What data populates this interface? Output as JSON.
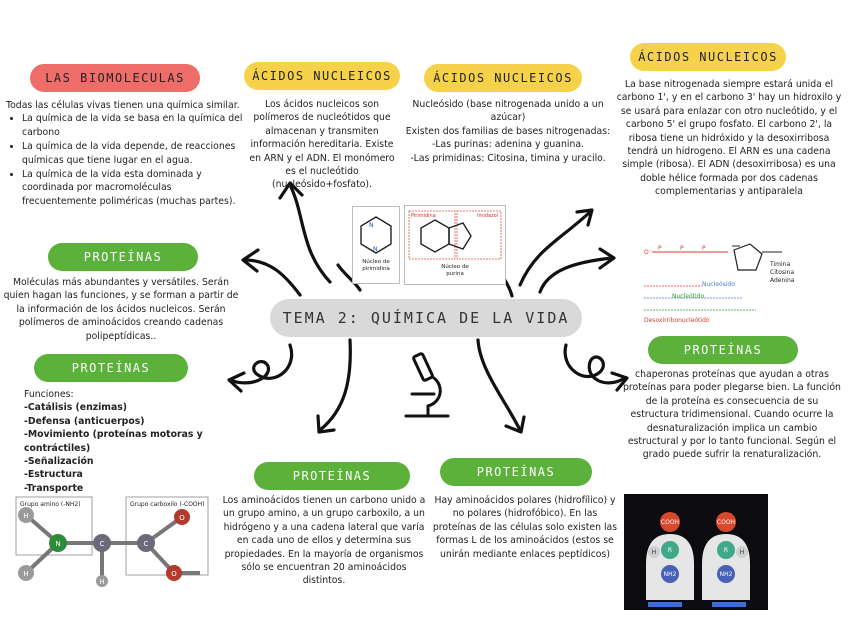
{
  "center_title": "TEMA 2: QUÍMICA DE LA VIDA",
  "biomoleculas": {
    "heading": "LAS BIOMOLECULAS",
    "intro": "Todas las células vivas tienen una química similar.",
    "b1": "La química de la vida se basa en la química del carbono",
    "b2": "La química de la vida depende, de reacciones químicas que tiene lugar en el agua.",
    "b3": "La química de la vida esta dominada y coordinada por macromoléculas frecuentemente poliméricas (muchas partes)."
  },
  "acidos1": {
    "heading": "ÁCIDOS NUCLEICOS",
    "text": "Los ácidos nucleicos son polímeros de nucleótidos que almacenan y transmiten información hereditaria. Existe en ARN y el ADN. El monómero es el nucleótido (nucleósido+fosfato)."
  },
  "acidos2": {
    "heading": "ÁCIDOS NUCLEICOS",
    "l1": "Nucleósido (base nitrogenada unido a un azúcar)",
    "l2": "Existen dos familias de bases nitrogenadas:",
    "l3": "-Las purinas: adenina y guanina.",
    "l4": "-Las primidinas: Citosina, timina y uracilo."
  },
  "acidos3": {
    "heading": "ÁCIDOS NUCLEICOS",
    "text": "La base nitrogenada siempre estará unida el carbono 1', y en el carbono 3' hay un hidroxilo y se usará para enlazar con otro nucleótido, y el carbono 5' el grupo fosfato. El carbono 2', la ribosa tiene un hidróxido y la desoxirribosa tendrá un hidrogeno. El ARN es una cadena simple (ribosa). El ADN (desoxirribosa) es una doble hélice formada por dos cadenas complementarias y antiparalela"
  },
  "proteinas1": {
    "heading": "PROTEÍNAS",
    "text": "Moléculas más abundantes y versátiles. Serán quien hagan las funciones, y se forman a partir de la información de los ácidos nucleicos. Serán polímeros de aminoácidos creando cadenas polipeptídicas.."
  },
  "proteinas2": {
    "heading": "PROTEÍNAS",
    "label": "Funciones:",
    "items": [
      "-Catálisis (enzimas)",
      "-Defensa (anticuerpos)",
      "-Movimiento (proteínas motoras y contráctiles)",
      "-Señalización",
      "-Estructura",
      "-Transporte"
    ]
  },
  "proteinas3": {
    "heading": "PROTEÍNAS",
    "text": "Los aminoácidos tienen un carbono unido a un grupo amino, a un grupo carboxilo, a un hidrógeno y a una cadena lateral que varía en cada uno de ellos y determina sus propiedades. En la mayoría de organismos sólo se encuentran 20 aminoácidos distintos."
  },
  "proteinas4": {
    "heading": "PROTEÍNAS",
    "text": "Hay aminoácidos polares (hidrofílico) y no polares (hidrofóbico). En las proteínas de las células solo existen las formas L de los aminoácidos (estos se unirán mediante enlaces peptídicos)"
  },
  "proteinas5": {
    "heading": "PROTEÍNAS",
    "text": "chaperonas proteínas que ayudan a otras proteínas para poder plegarse bien. La función de la proteína es consecuencia de su estructura tridimensional. Cuando ocurre la desnaturalización implica un cambio estructural y por lo tanto funcional. Según el grado puede sufrir la renaturalización."
  },
  "figures": {
    "pyrimidine_label": "Núcleo de pirimidina",
    "purine_label": "Núcleo de purina",
    "pyrimidine_tag": "Pirimidina",
    "imidazol_tag": "Imidazol",
    "amino_label": "Grupo amino (-NH2)",
    "carboxyl_label": "Grupo carboxilo (-COOH)",
    "nucleotide_labels": [
      "Nucleósido",
      "Nucleótido",
      "Desoxirribonucleótido"
    ],
    "nucleotide_side_labels": [
      "Timina",
      "Citosina",
      "Adenina"
    ],
    "atoms": {
      "h": "H",
      "n": "N",
      "c": "C",
      "o": "O",
      "r": "R",
      "cooh": "COOH",
      "nh2": "NH2"
    }
  },
  "colors": {
    "red": "#ee6d69",
    "yellow": "#f6d24a",
    "green": "#5bb13a",
    "title_bg": "#d9d9d9"
  }
}
